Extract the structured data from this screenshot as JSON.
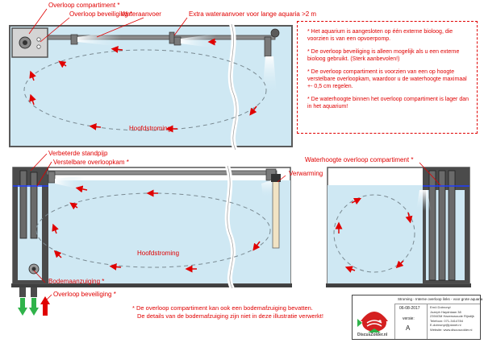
{
  "top_view": {
    "labels": {
      "overflow_compartment": "Overloop compartiment *",
      "overflow_protection": "Overloop beveiliging *",
      "water_inlet": "Wateraanvoer",
      "extra_inlet": "Extra wateraanvoer voor lange aquaria >2 m",
      "main_flow": "Hoofdstroming"
    }
  },
  "side_view": {
    "labels": {
      "standpipe": "Verbeterde standpijp",
      "adjustable_overflow": "Verstelbare overloopkam *",
      "water_level_overflow": "Waterhoogte overloop compartiment *",
      "heating": "Verwarming",
      "main_flow": "Hoofdstroming",
      "bottom_suction": "Bodemaanzuiging *",
      "overflow_protection": "Overloop beveiliging *"
    }
  },
  "notes": [
    "* Het aquarium is aangesloten op één externe bioloog, die voorzien is van een opvoerpomp.",
    "* De overloop beveiliging is alleen mogelijk als u een externe bioloog gebruikt. (Sterk aanbevolen!)",
    "* De overloop compartiment is voorzien van een op hoogte verstelbare overloopkam, waardoor u de waterhoogte maximaal +- 0,5 cm regelen.",
    "* De waterhoogte binnen het overloop compartiment is lager dan in het aquarium!"
  ],
  "footer_note": [
    "* De overloop compartiment kan ook een bodemafzuiging bevatten.",
    "De details van de bodemafzuiging zijn niet in deze illustratie verwerkt!"
  ],
  "title_block": {
    "title": "Stroming - Interne overloop links - voor grote aquaria",
    "date": "06-08-2017",
    "version_label": "versie:",
    "version": "A",
    "brand": "DiscusZolder.nl",
    "address": [
      "Ernö Dobronyi",
      "Jozeph Haydnlaan 38",
      "2394GM Hazerswoude Rijndijk",
      "Telefoon: 071-3414784",
      "E-dobronyi@planet.nl",
      "Website: www.discuszolder.nl"
    ]
  },
  "colors": {
    "water": "#cfe8f3",
    "water_deep": "#b9dcec",
    "annotation": "#e00000",
    "frame": "#4a4a4a",
    "pipe": "#6a6a6a",
    "green_pipe": "#2fb34a"
  }
}
